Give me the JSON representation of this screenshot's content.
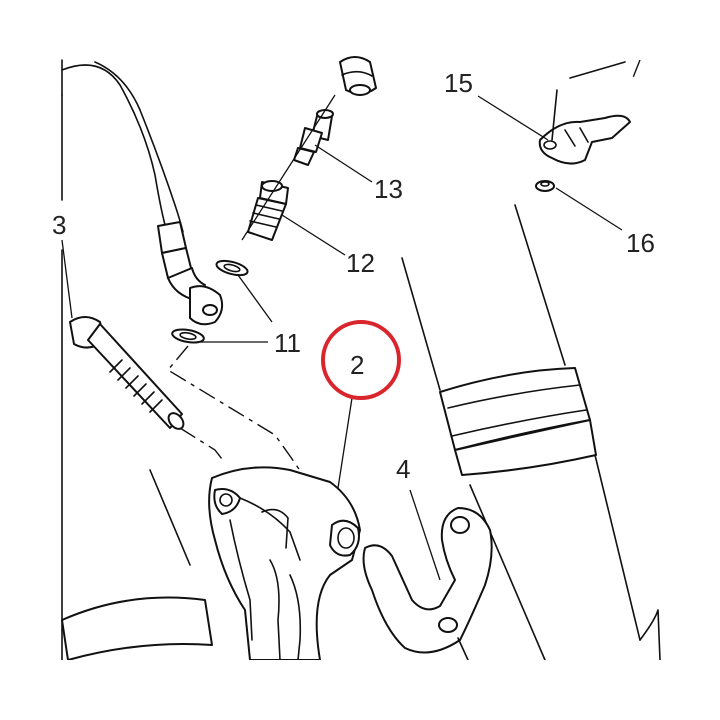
{
  "diagram": {
    "labels": {
      "partial_left": "3",
      "caliper": "2",
      "bracket": "4",
      "washers": "11",
      "banjo_bolt": "12",
      "bleed_valve": "13",
      "clip": "15",
      "rivet": "16"
    },
    "highlight": {
      "target": "2",
      "color": "#d9262c"
    },
    "line_color": "#111111"
  }
}
